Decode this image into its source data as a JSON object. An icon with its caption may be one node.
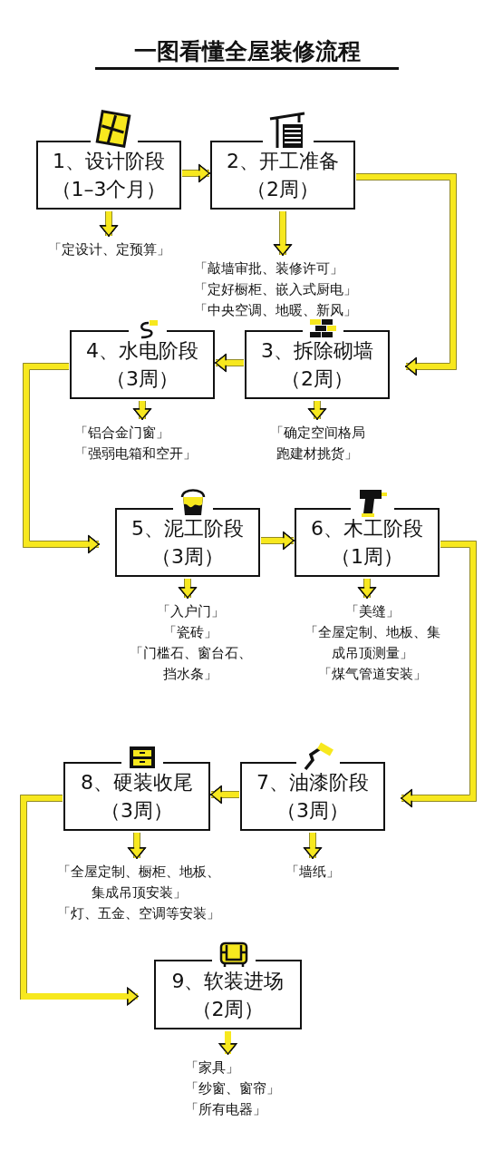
{
  "diagram": {
    "title": "一图看懂全屋装修流程",
    "nodes": [
      {
        "text": [
          "1、设计阶段",
          "（1–3个月）"
        ]
      },
      {
        "text": [
          "2、开工准备",
          "（2周）"
        ]
      },
      {
        "text": [
          "「定设计、定预算」"
        ]
      },
      {
        "text": [
          "「敲墙审批、装修许可」",
          "「定好橱柜、嵌入式厨电」",
          "「中央空调、地暖、新风」"
        ]
      },
      {
        "text": [
          "4、水电阶段",
          "（3周）"
        ]
      },
      {
        "text": [
          "3、拆除砌墙",
          "（2周）"
        ]
      },
      {
        "text": [
          "「铝合金门窗」",
          "「强弱电箱和空开」"
        ]
      },
      {
        "text": [
          "「确定空间格局跑建材挑货」"
        ]
      },
      {
        "text": [
          "5、泥工阶段",
          "（3周）"
        ]
      },
      {
        "text": [
          "6、木工阶段",
          "（1周）"
        ]
      },
      {
        "text": [
          "「入户门」",
          "「瓷砖」",
          "「门槛石、窗台石、挡水条」"
        ]
      },
      {
        "text": [
          "「美缝」",
          "「全屋定制、地板、集成吊顶测量」",
          "「煤气管道安装」"
        ]
      },
      {
        "text": [
          "8、硬装收尾",
          "（3周）"
        ]
      },
      {
        "text": [
          "7、油漆阶段",
          "（3周）"
        ]
      },
      {
        "text": [
          "「全屋定制、橱柜、地板、集成吊顶安装」",
          "「灯、五金、空调等安装」"
        ]
      },
      {
        "text": [
          "「墙纸」"
        ]
      },
      {
        "text": [
          "9、软装进场",
          "（2周）"
        ]
      },
      {
        "text": [
          "「家具」",
          "「纱窗、窗帘」",
          "「所有电器」"
        ]
      }
    ],
    "edges": [
      {
        "from": 0,
        "to": 1,
        "arrow": "to"
      },
      {
        "from": 0,
        "to": 2,
        "arrow": "to"
      },
      {
        "from": 1,
        "to": 3,
        "arrow": "to"
      },
      {
        "from": 1,
        "to": 5,
        "arrow": "to"
      },
      {
        "from": 5,
        "to": 4,
        "arrow": "to"
      },
      {
        "from": 4,
        "to": 6,
        "arrow": "to"
      },
      {
        "from": 5,
        "to": 7,
        "arrow": "to"
      },
      {
        "from": 4,
        "to": 8,
        "arrow": "to"
      },
      {
        "from": 8,
        "to": 9,
        "arrow": "to"
      },
      {
        "from": 8,
        "to": 10,
        "arrow": "to"
      },
      {
        "from": 9,
        "to": 11,
        "arrow": "to"
      },
      {
        "from": 9,
        "to": 13,
        "arrow": "to"
      },
      {
        "from": 13,
        "to": 12,
        "arrow": "to"
      },
      {
        "from": 12,
        "to": 14,
        "arrow": "to"
      },
      {
        "from": 13,
        "to": 15,
        "arrow": "to"
      },
      {
        "from": 12,
        "to": 16,
        "arrow": "to"
      },
      {
        "from": 16,
        "to": 17,
        "arrow": "to"
      }
    ]
  }
}
